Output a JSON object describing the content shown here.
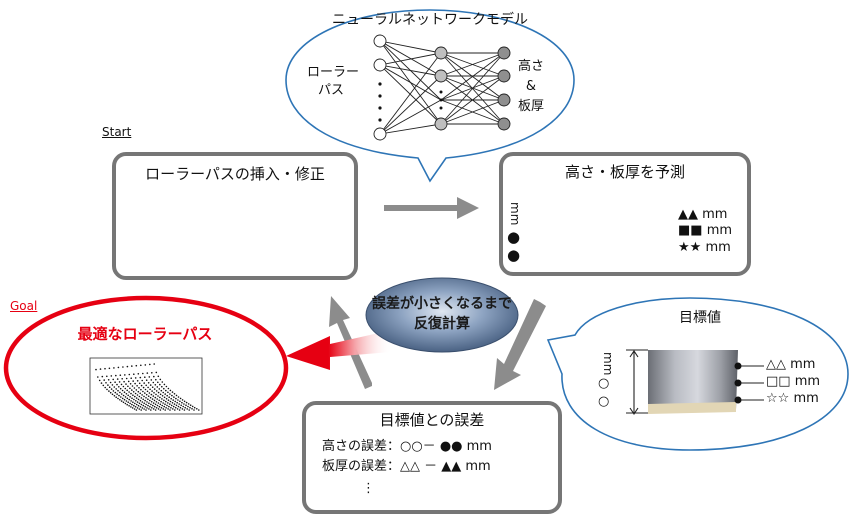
{
  "nn": {
    "title": "ニューラルネットワークモデル",
    "input_line1": "ローラー",
    "input_line2": "パス",
    "output_line1": "高さ",
    "output_amp": "&",
    "output_line2": "板厚"
  },
  "start_label": "Start",
  "goal_label": "Goal",
  "insert_box": {
    "title": "ローラーパスの挿入・修正"
  },
  "predict_box": {
    "title": "高さ・板厚を予測",
    "mm_vert": "mm",
    "dots": "●●",
    "row1": "▲▲ mm",
    "row2": "■■ mm",
    "row3": "★★ mm"
  },
  "cloud": {
    "line1": "誤差が小さくなるまで",
    "line2": "反復計算"
  },
  "target_bubble": {
    "title": "目標値",
    "mm_vert": "mm",
    "circles": "○○",
    "row1": "△△ mm",
    "row2": "□□ mm",
    "row3": "☆☆ mm"
  },
  "error_box": {
    "title": "目標値との誤差",
    "line1": "高さの誤差：○○－ ●● mm",
    "line2": "板厚の誤差：△△ － ▲▲ mm",
    "line3": "⋮"
  },
  "goal_box": {
    "title": "最適なローラーパス"
  },
  "colors": {
    "box_border": "#767676",
    "bubble_border": "#2e75b6",
    "goal_red": "#e60012",
    "arrow_gray": "#8c8c8c",
    "cloud_fill": "#4f6a8e"
  }
}
